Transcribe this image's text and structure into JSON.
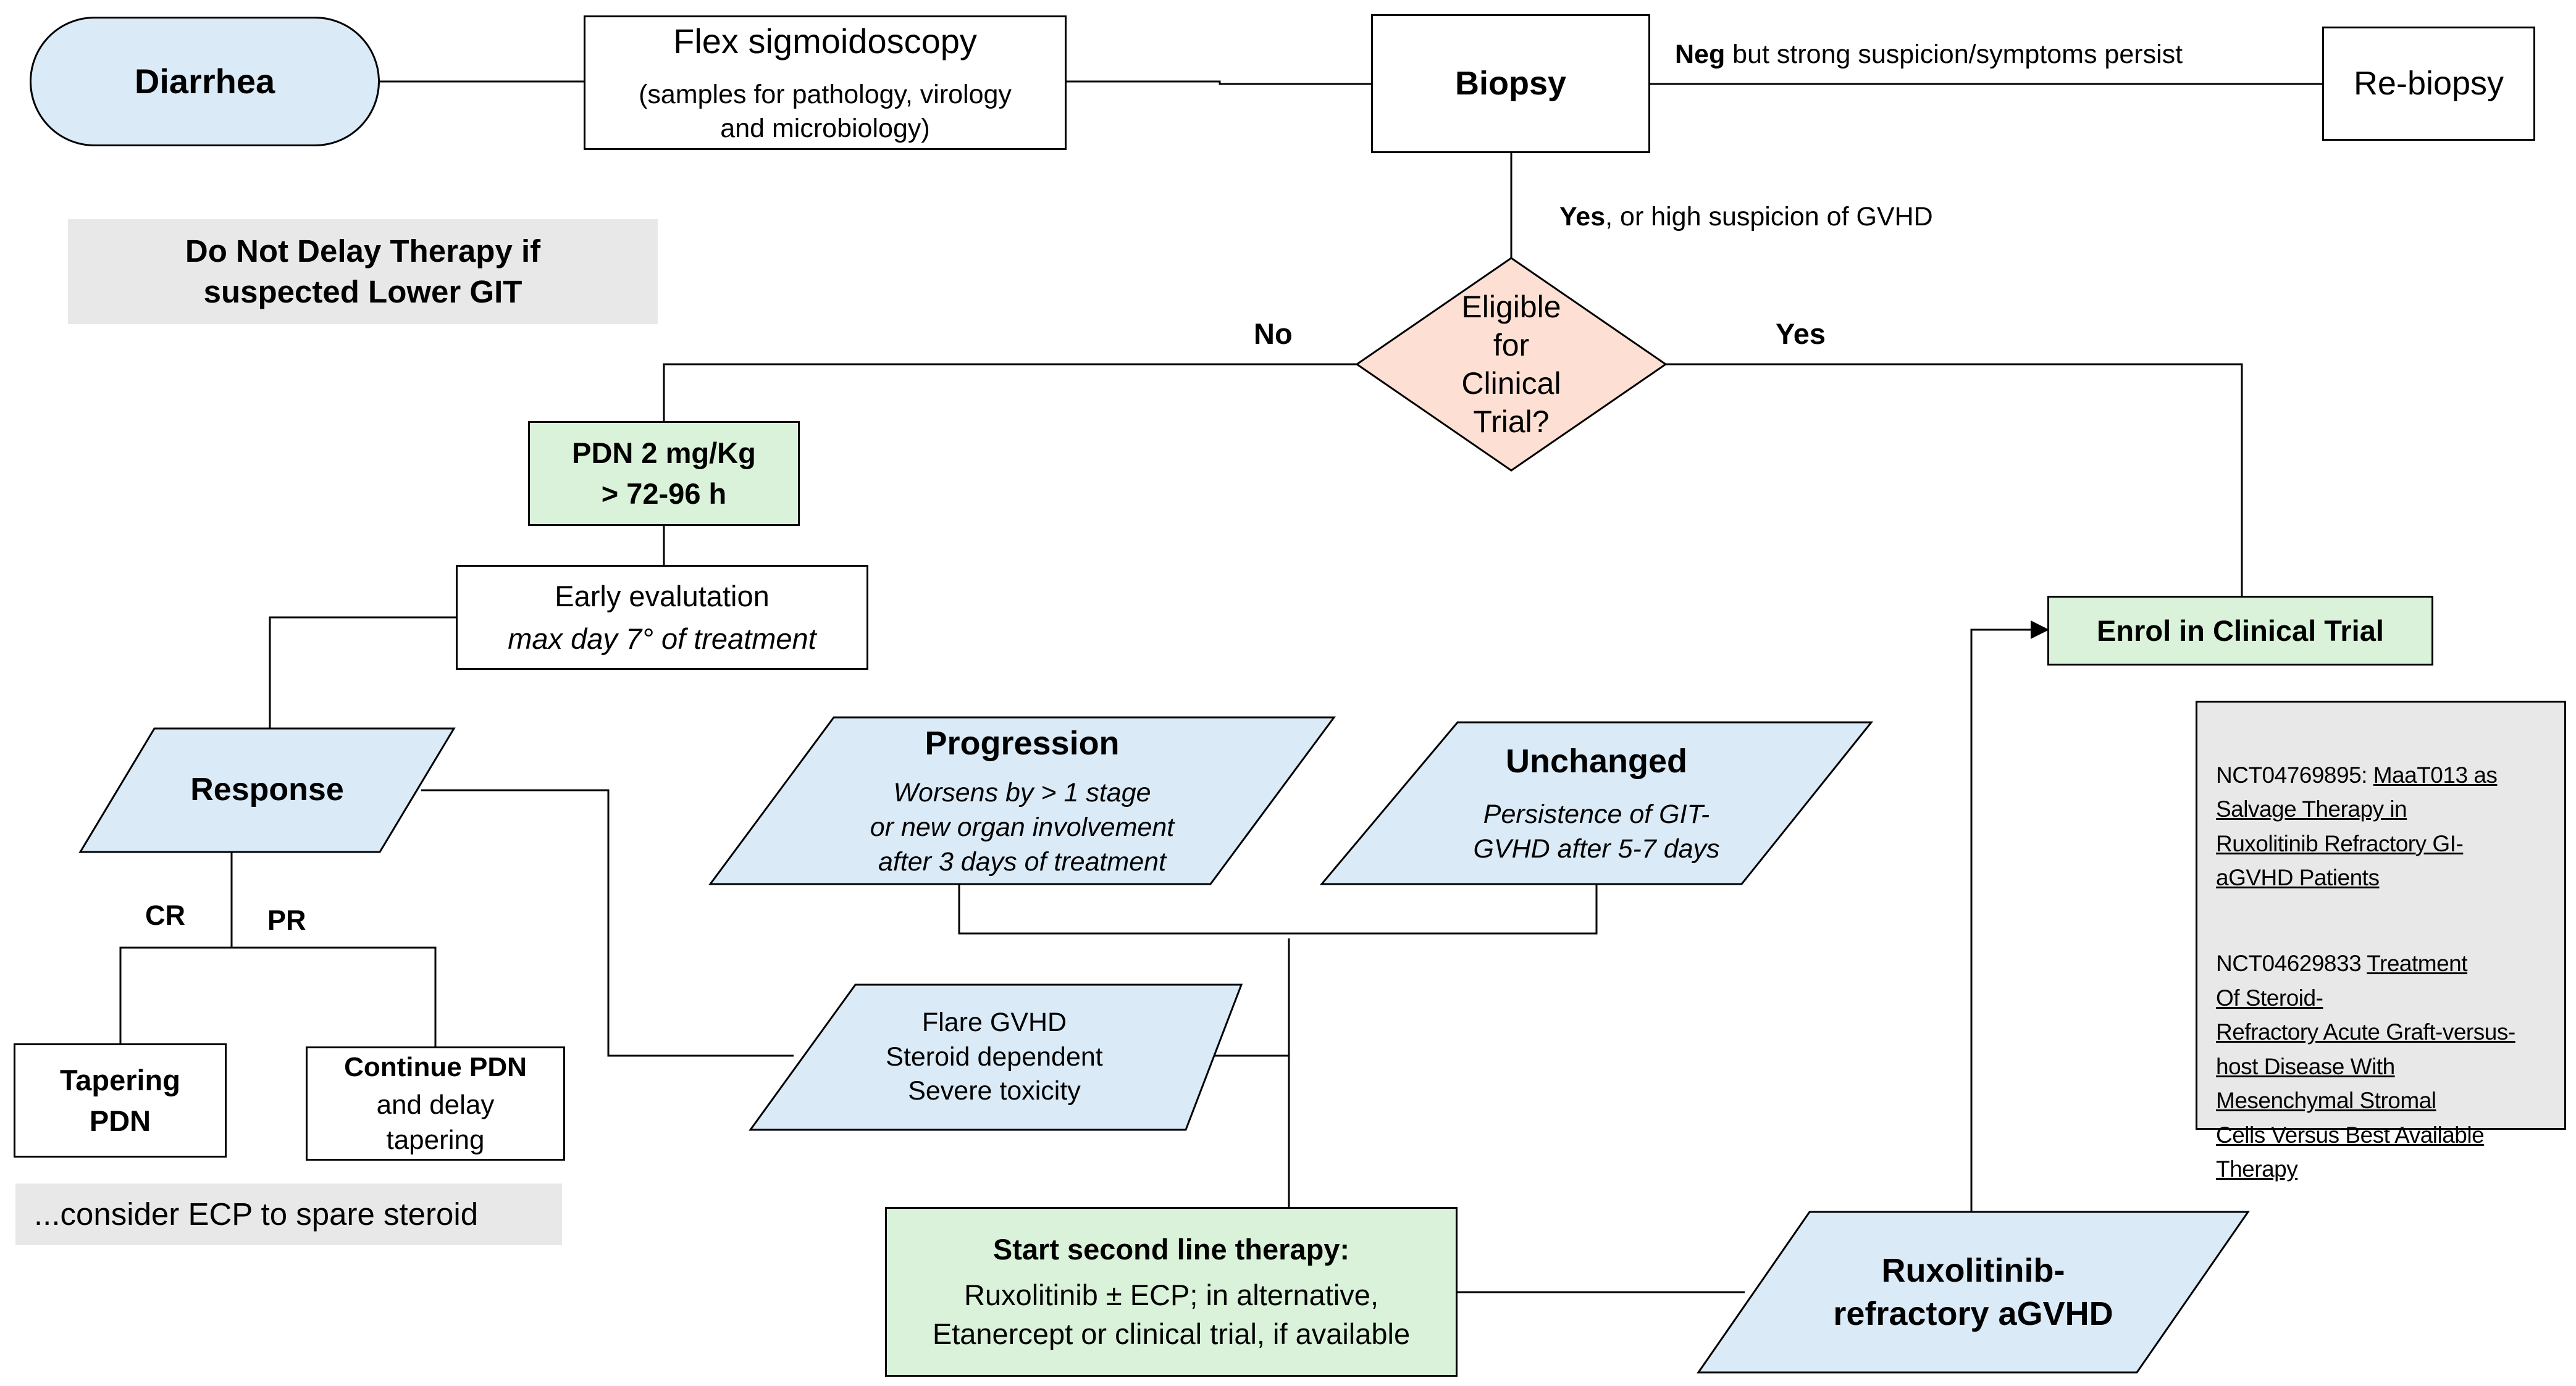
{
  "colors": {
    "start_fill": "#daeaf7",
    "parallelogram_fill": "#daeaf7",
    "decision_fill": "#fde0d3",
    "action_fill": "#d9f2d9",
    "note_fill": "#e8e8e8",
    "stroke": "#000000"
  },
  "nodes": {
    "diarrhea": "Diarrhea",
    "flex_title": "Flex sigmoidoscopy",
    "flex_sub": "(samples for pathology, virology\nand microbiology)",
    "biopsy": "Biopsy",
    "rebiopsy": "Re-biopsy",
    "eligible": "Eligible\nfor\nClinical\nTrial?",
    "pdn": "PDN 2 mg/Kg\n> 72-96 h",
    "early_eval_line1": "Early evalutation",
    "early_eval_line2": "max day 7° of treatment",
    "response": "Response",
    "progression_title": "Progression",
    "progression_desc": "Worsens by > 1 stage\nor new organ involvement\nafter 3 days of treatment",
    "unchanged_title": "Unchanged",
    "unchanged_desc": "Persistence of GIT-\nGVHD  after 5-7 days",
    "tapering": "Tapering\nPDN",
    "continue_bold": "Continue PDN",
    "continue_rest": "and delay\ntapering",
    "flare": "Flare GVHD\nSteroid dependent\nSevere toxicity",
    "second_line_title": "Start second line therapy:",
    "second_line_desc": "Ruxolitinib ± ECP; in alternative,\nEtanercept or clinical trial, if available",
    "rux_refractory": "Ruxolitinib-\nrefractory aGVHD",
    "enrol": "Enrol in Clinical Trial"
  },
  "notes": {
    "do_not_delay": "Do Not Delay Therapy if\nsuspected Lower GIT",
    "consider_ecp": "...consider ECP to spare steroid"
  },
  "edge_labels": {
    "neg_bold": "Neg",
    "neg_rest": " but strong suspicion/symptoms  persist",
    "yes_bold": "Yes",
    "yes_rest": ", or high suspicion of GVHD",
    "no": "No",
    "yes": "Yes",
    "cr": "CR",
    "pr": "PR"
  },
  "trials": [
    {
      "id": "NCT04769895: ",
      "title": "MaaT013 as\nSalvage Therapy in\nRuxolitinib Refractory GI-\naGVHD Patients"
    },
    {
      "id": "NCT04629833 ",
      "title": "Treatment\nOf Steroid-\nRefractory Acute Graft-versus-\nhost Disease With\nMesenchymal Stromal\nCells Versus Best Available\nTherapy"
    }
  ]
}
